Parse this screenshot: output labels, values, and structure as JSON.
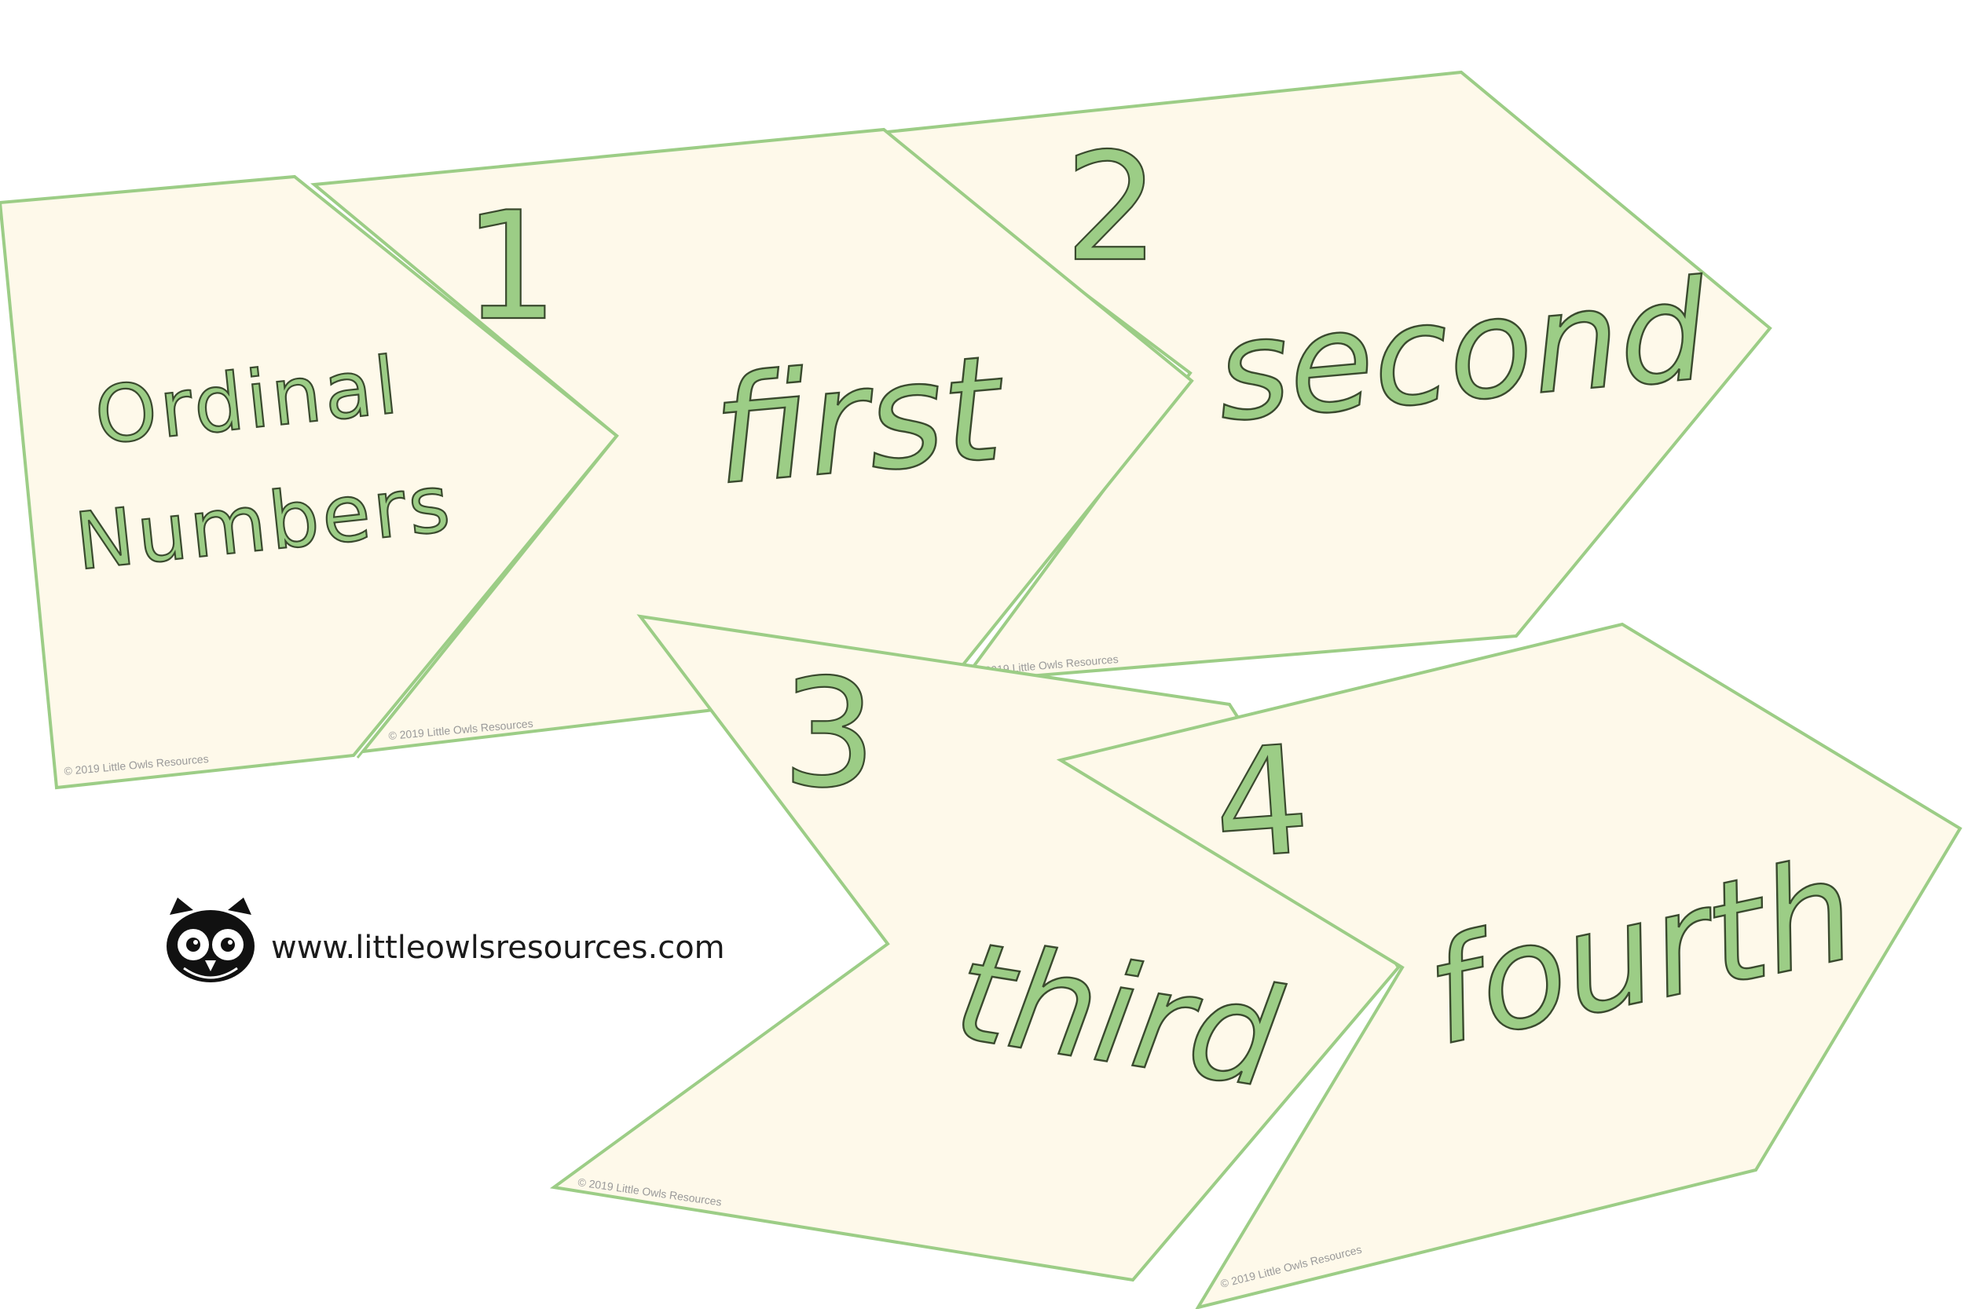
{
  "title": {
    "line1": "Ordinal",
    "line2": "Numbers"
  },
  "cards": [
    {
      "number": "1",
      "word": "first"
    },
    {
      "number": "2",
      "word": "second"
    },
    {
      "number": "3",
      "word": "third"
    },
    {
      "number": "4",
      "word": "fourth"
    }
  ],
  "copyright": "© 2019 Little Owls Resources",
  "branding": {
    "url": "www.littleowlsresources.com",
    "logo_icon": "owl-logo-icon"
  },
  "colors": {
    "card_fill": "#fef9ea",
    "card_border": "#9ccd86",
    "text_green": "#9ccd86",
    "text_outline": "#3a4a2e"
  }
}
